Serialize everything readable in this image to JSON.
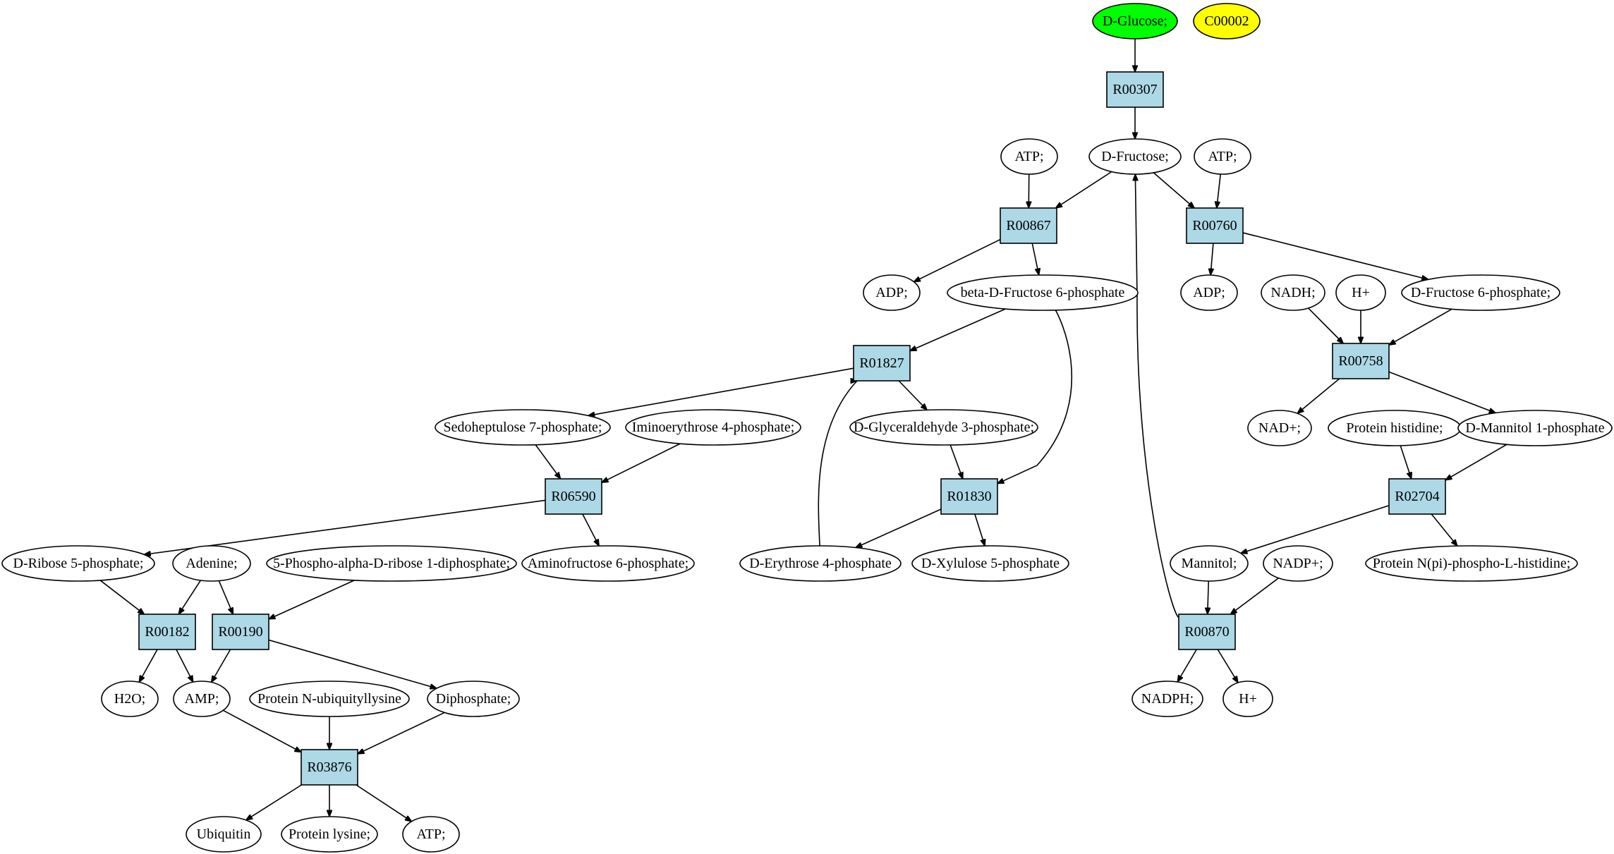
{
  "diagram": {
    "colors": {
      "reaction_fill": "#add8e6",
      "compound_fill": "#ffffff",
      "source_fill": "#00ff00",
      "highlight_fill": "#ffff00",
      "stroke": "#000000"
    },
    "reactions": [
      {
        "id": "R00307",
        "label": "R00307"
      },
      {
        "id": "R00867",
        "label": "R00867"
      },
      {
        "id": "R00760",
        "label": "R00760"
      },
      {
        "id": "R01827",
        "label": "R01827"
      },
      {
        "id": "R00758",
        "label": "R00758"
      },
      {
        "id": "R06590",
        "label": "R06590"
      },
      {
        "id": "R01830",
        "label": "R01830"
      },
      {
        "id": "R02704",
        "label": "R02704"
      },
      {
        "id": "R00182",
        "label": "R00182"
      },
      {
        "id": "R00190",
        "label": "R00190"
      },
      {
        "id": "R00870",
        "label": "R00870"
      },
      {
        "id": "R03876",
        "label": "R03876"
      }
    ],
    "compounds": [
      {
        "id": "glucose",
        "label": "D-Glucose;",
        "color": "#00ff00"
      },
      {
        "id": "c00002",
        "label": "C00002",
        "color": "#ffff00"
      },
      {
        "id": "atp1",
        "label": "ATP;"
      },
      {
        "id": "fructose",
        "label": "D-Fructose;"
      },
      {
        "id": "atp2",
        "label": "ATP;"
      },
      {
        "id": "adp1",
        "label": "ADP;"
      },
      {
        "id": "bdf6p",
        "label": "beta-D-Fructose 6-phosphate"
      },
      {
        "id": "adp2",
        "label": "ADP;"
      },
      {
        "id": "nadh",
        "label": "NADH;"
      },
      {
        "id": "hplus1",
        "label": "H+"
      },
      {
        "id": "df6p",
        "label": "D-Fructose 6-phosphate;"
      },
      {
        "id": "s7p",
        "label": "Sedoheptulose 7-phosphate;"
      },
      {
        "id": "ie4p",
        "label": "Iminoerythrose 4-phosphate;"
      },
      {
        "id": "g3p",
        "label": "D-Glyceraldehyde 3-phosphate;"
      },
      {
        "id": "nadplus",
        "label": "NAD+;"
      },
      {
        "id": "phis",
        "label": "Protein histidine;"
      },
      {
        "id": "m1p",
        "label": "D-Mannitol 1-phosphate"
      },
      {
        "id": "r5p",
        "label": "D-Ribose 5-phosphate;"
      },
      {
        "id": "adenine",
        "label": "Adenine;"
      },
      {
        "id": "prpp",
        "label": "5-Phospho-alpha-D-ribose 1-diphosphate;"
      },
      {
        "id": "af6p",
        "label": "Aminofructose 6-phosphate;"
      },
      {
        "id": "e4p",
        "label": "D-Erythrose 4-phosphate"
      },
      {
        "id": "x5p",
        "label": "D-Xylulose 5-phosphate"
      },
      {
        "id": "mannitol",
        "label": "Mannitol;"
      },
      {
        "id": "nadpplus",
        "label": "NADP+;"
      },
      {
        "id": "pnph",
        "label": "Protein N(pi)-phospho-L-histidine;"
      },
      {
        "id": "h2o",
        "label": "H2O;"
      },
      {
        "id": "amp",
        "label": "AMP;"
      },
      {
        "id": "pnub",
        "label": "Protein N-ubiquityllysine"
      },
      {
        "id": "ppi",
        "label": "Diphosphate;"
      },
      {
        "id": "nadph",
        "label": "NADPH;"
      },
      {
        "id": "hplus2",
        "label": "H+"
      },
      {
        "id": "ubiquitin",
        "label": "Ubiquitin"
      },
      {
        "id": "plys",
        "label": "Protein lysine;"
      },
      {
        "id": "atp3",
        "label": "ATP;"
      }
    ],
    "edges": [
      [
        "glucose",
        "R00307"
      ],
      [
        "R00307",
        "fructose"
      ],
      [
        "atp1",
        "R00867"
      ],
      [
        "fructose",
        "R00867"
      ],
      [
        "fructose",
        "R00760"
      ],
      [
        "atp2",
        "R00760"
      ],
      [
        "R00867",
        "adp1"
      ],
      [
        "R00867",
        "bdf6p"
      ],
      [
        "R00760",
        "adp2"
      ],
      [
        "R00760",
        "df6p"
      ],
      [
        "nadh",
        "R00758"
      ],
      [
        "hplus1",
        "R00758"
      ],
      [
        "df6p",
        "R00758"
      ],
      [
        "bdf6p",
        "R01827"
      ],
      [
        "bdf6p",
        "R01830"
      ],
      [
        "R01827",
        "s7p"
      ],
      [
        "R01827",
        "g3p"
      ],
      [
        "e4p",
        "R01827"
      ],
      [
        "R00758",
        "nadplus"
      ],
      [
        "R00758",
        "m1p"
      ],
      [
        "s7p",
        "R06590"
      ],
      [
        "ie4p",
        "R06590"
      ],
      [
        "g3p",
        "R01830"
      ],
      [
        "phis",
        "R02704"
      ],
      [
        "m1p",
        "R02704"
      ],
      [
        "R06590",
        "r5p"
      ],
      [
        "R06590",
        "af6p"
      ],
      [
        "R01830",
        "e4p"
      ],
      [
        "R01830",
        "x5p"
      ],
      [
        "R02704",
        "mannitol"
      ],
      [
        "R02704",
        "pnph"
      ],
      [
        "r5p",
        "R00182"
      ],
      [
        "adenine",
        "R00182"
      ],
      [
        "adenine",
        "R00190"
      ],
      [
        "prpp",
        "R00190"
      ],
      [
        "mannitol",
        "R00870"
      ],
      [
        "nadpplus",
        "R00870"
      ],
      [
        "R00870",
        "fructose"
      ],
      [
        "R00182",
        "h2o"
      ],
      [
        "R00182",
        "amp"
      ],
      [
        "R00190",
        "amp"
      ],
      [
        "R00190",
        "ppi"
      ],
      [
        "R00870",
        "nadph"
      ],
      [
        "R00870",
        "hplus2"
      ],
      [
        "amp",
        "R03876"
      ],
      [
        "pnub",
        "R03876"
      ],
      [
        "ppi",
        "R03876"
      ],
      [
        "R03876",
        "ubiquitin"
      ],
      [
        "R03876",
        "plys"
      ],
      [
        "R03876",
        "atp3"
      ]
    ]
  }
}
